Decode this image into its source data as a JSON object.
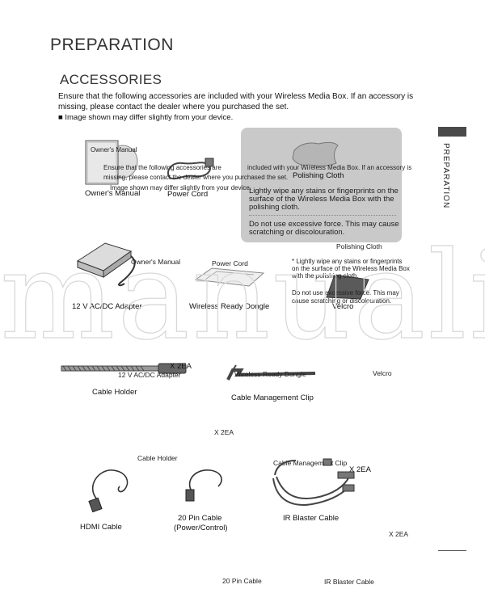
{
  "page_title": "PREPARATION",
  "section_title": "ACCESSORIES",
  "intro_text": "Ensure that the following accessories are included with your Wireless Media Box. If an accessory is missing, please contact the dealer where you purchased the set.",
  "note_text": "■ Image shown may differ slightly from your device.",
  "side_tab_label": "PREPARATION",
  "watermark": "manuali",
  "polishing_cloth": {
    "label": "Polishing Cloth",
    "tip": "Lightly wipe any stains or fingerprints on the surface of the Wireless Media Box with the polishing cloth.",
    "warning": "Do not use excessive force. This may cause scratching or discolouration."
  },
  "accessories": {
    "owners_manual": "Owner's Manual",
    "owners_manual_cover": "Owner's Manual",
    "power_cord": "Power Cord",
    "adapter": "12 V AC/DC Adapter",
    "dongle": "Wireless Ready Dongle",
    "velcro": "Velcro",
    "cable_holder": "Cable Holder",
    "cable_holder_qty": "X 2EA",
    "clip": "Cable Management Clip",
    "clip_qty": "X 2EA",
    "hdmi": "HDMI Cable",
    "pin20": "20 Pin Cable",
    "pin20_sub": "(Power/Control)",
    "ir": "IR Blaster Cable",
    "ir_qty": "X 2EA"
  },
  "ghost_text": {
    "intro_line1": "Ensure that the following accessories are",
    "intro_line2": "missing, please contact the dealer where you purchased the set.",
    "intro_line3": "Image shown may differ slightly from your device.",
    "intro_right": "included with your Wireless Media Box. If an accessory is",
    "polishing_cloth": "Polishing Cloth",
    "owners_manual": "Owner's Manual",
    "power_cord": "Power Cord",
    "tip_line1": "* Lightly wipe any stains or fingerprints",
    "tip_line2": "on the surface of the Wireless Media Box",
    "tip_line3": "with the polishing cloth.",
    "warn_line1": "Do not use excessive force. This may",
    "warn_line2": "cause scratching or discolouration.",
    "velcro": "Velcro",
    "adapter": "12 V AC/DC Adapter",
    "dongle": "Wireless Ready Dongle",
    "qty1": "X 2EA",
    "cable_holder": "Cable Holder",
    "clip": "Cable Management Clip",
    "qty2": "X 2EA",
    "pin20": "20 Pin Cable",
    "ir": "IR Blaster Cable"
  }
}
